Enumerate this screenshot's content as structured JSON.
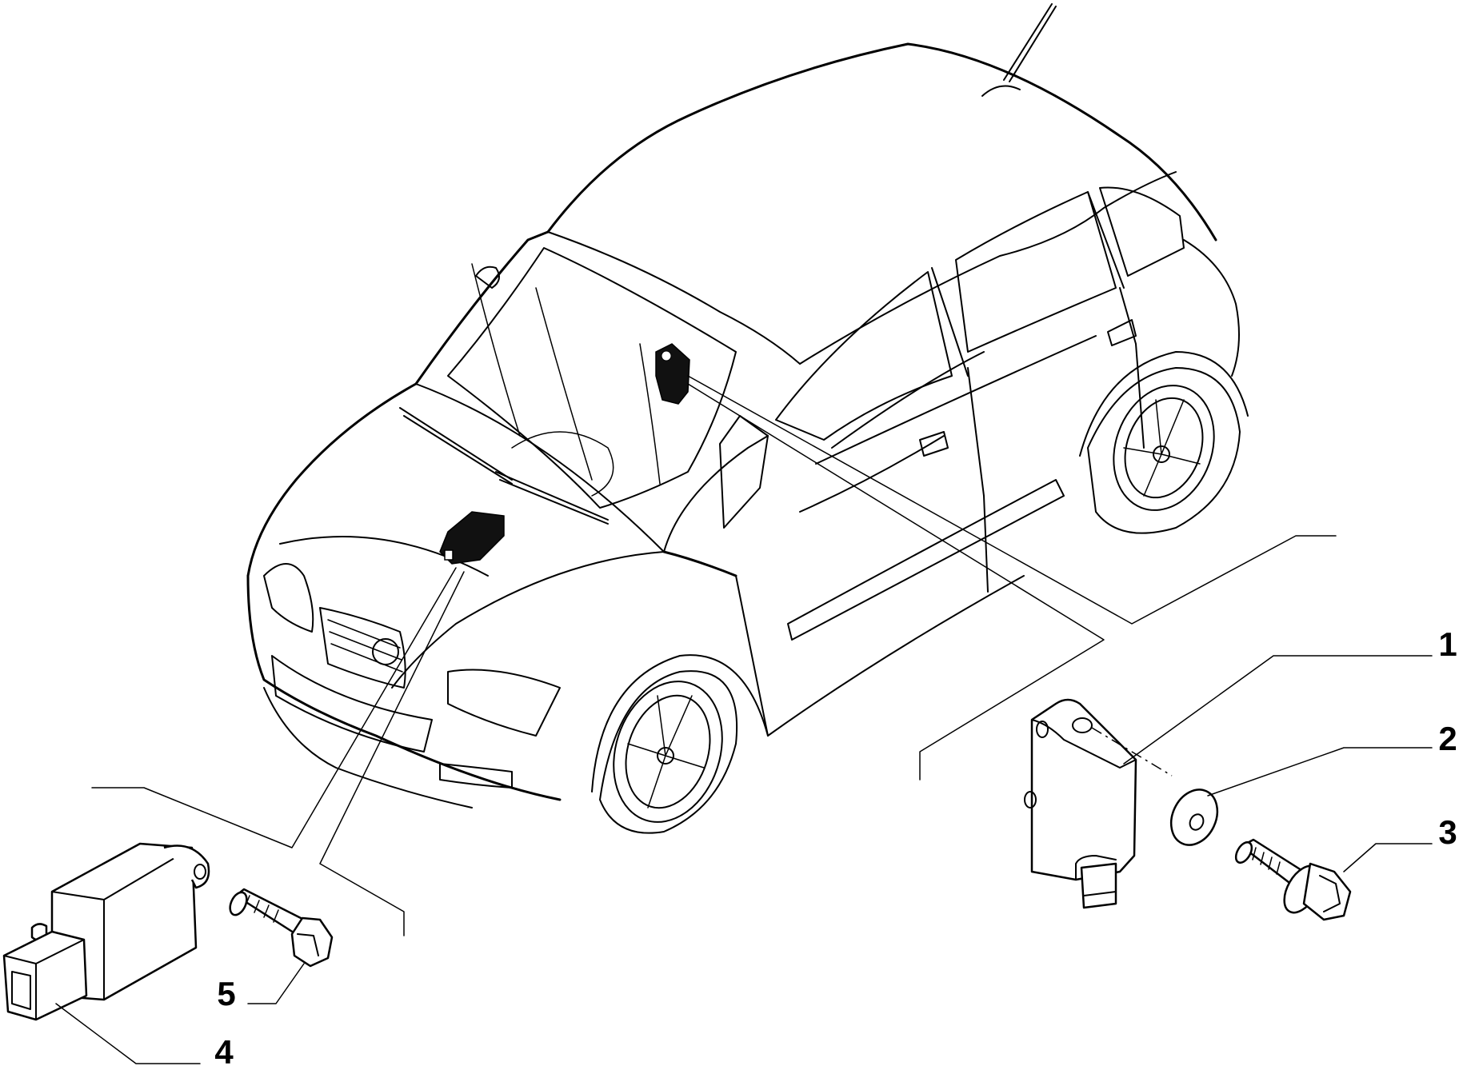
{
  "callouts": [
    {
      "id": "1",
      "label": "1"
    },
    {
      "id": "2",
      "label": "2"
    },
    {
      "id": "3",
      "label": "3"
    },
    {
      "id": "4",
      "label": "4"
    },
    {
      "id": "5",
      "label": "5"
    }
  ],
  "colors": {
    "line": "#000000",
    "background": "#ffffff"
  },
  "icons": {
    "car": "car-outline-icon",
    "sensor_front": "impact-sensor-icon",
    "sensor_side": "side-impact-sensor-icon",
    "washer": "washer-icon",
    "bolt": "bolt-icon",
    "screw": "screw-icon"
  }
}
